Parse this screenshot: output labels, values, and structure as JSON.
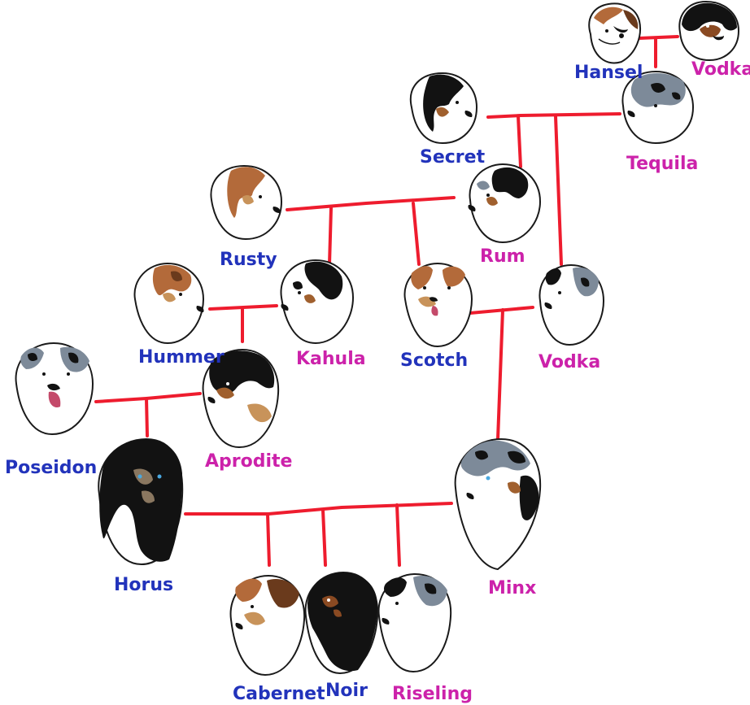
{
  "colors": {
    "line": "#ee1c2e",
    "male": "#2233bb",
    "female": "#cc22aa",
    "outline": "#1a1a1a",
    "black_coat": "#121212",
    "tan": "#a0602e",
    "red_merle": "#b36a3a",
    "blue_merle": "#7d8a99",
    "tan_light": "#c8935a",
    "copper": "#8a4a22"
  },
  "dogs": [
    {
      "id": "hansel",
      "name": "Hansel",
      "sex": "male",
      "coat": "red-merle"
    },
    {
      "id": "vodka_top",
      "name": "Vodka",
      "sex": "female",
      "coat": "black-tri"
    },
    {
      "id": "secret",
      "name": "Secret",
      "sex": "male",
      "coat": "black-tri"
    },
    {
      "id": "tequila",
      "name": "Tequila",
      "sex": "female",
      "coat": "blue-merle"
    },
    {
      "id": "rusty",
      "name": "Rusty",
      "sex": "male",
      "coat": "red-bicolor"
    },
    {
      "id": "rum",
      "name": "Rum",
      "sex": "female",
      "coat": "black-tri"
    },
    {
      "id": "hummer",
      "name": "Hummer",
      "sex": "male",
      "coat": "red-merle"
    },
    {
      "id": "kahula",
      "name": "Kahula",
      "sex": "female",
      "coat": "black-tri"
    },
    {
      "id": "scotch",
      "name": "Scotch",
      "sex": "male",
      "coat": "red-tri"
    },
    {
      "id": "vodka_mid",
      "name": "Vodka",
      "sex": "female",
      "coat": "blue-merle"
    },
    {
      "id": "poseidon",
      "name": "Poseidon",
      "sex": "male",
      "coat": "blue-merle"
    },
    {
      "id": "aprodite",
      "name": "Aprodite",
      "sex": "female",
      "coat": "black-tri"
    },
    {
      "id": "horus",
      "name": "Horus",
      "sex": "male",
      "coat": "black-tri"
    },
    {
      "id": "minx",
      "name": "Minx",
      "sex": "female",
      "coat": "blue-merle"
    },
    {
      "id": "cabernet",
      "name": "Cabernet",
      "sex": "male",
      "coat": "red-merle"
    },
    {
      "id": "noir",
      "name": "Noir",
      "sex": "male",
      "coat": "black-tri"
    },
    {
      "id": "riseling",
      "name": "Riseling",
      "sex": "female",
      "coat": "blue-merle"
    }
  ]
}
